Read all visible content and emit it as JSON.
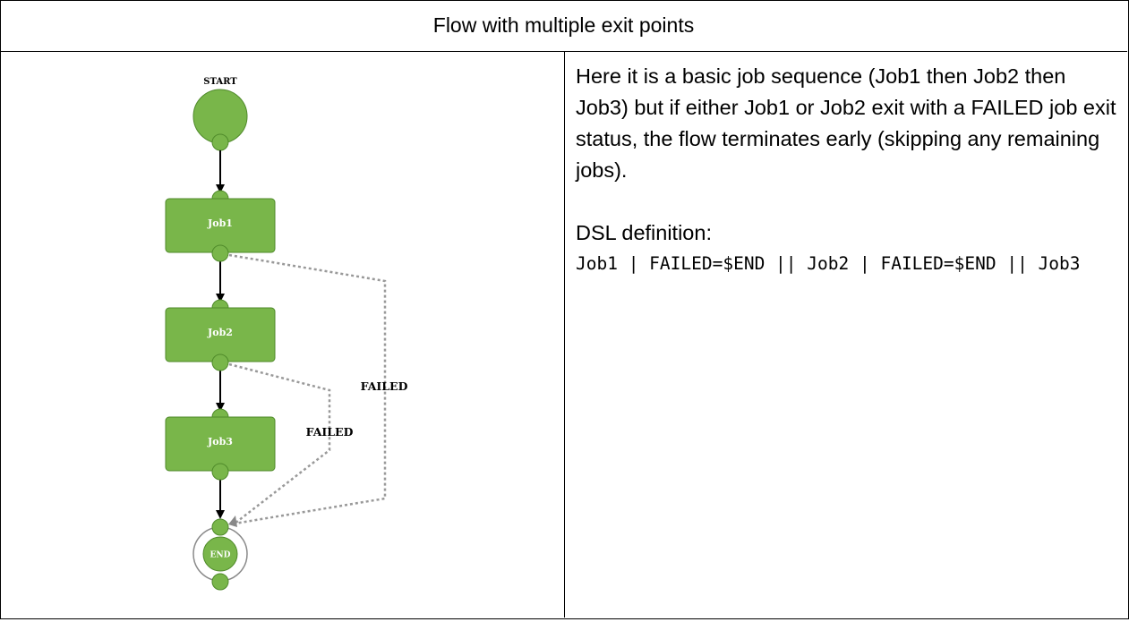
{
  "header": {
    "title": "Flow with multiple exit points"
  },
  "diagram": {
    "nodes": {
      "start": "START",
      "job1": "Job1",
      "job2": "Job2",
      "job3": "Job3",
      "end": "END"
    },
    "edge_labels": {
      "job1_failed": "FAILED",
      "job2_failed": "FAILED"
    },
    "colors": {
      "node_fill": "#79b64a",
      "node_stroke": "#4f8a2a",
      "arrow": "#000000",
      "dashed": "#999999"
    }
  },
  "description": {
    "paragraph": "Here it is a basic job sequence (Job1 then Job2 then Job3) but if either Job1 or Job2 exit with a FAILED job exit status, the flow terminates early (skipping any remaining jobs).",
    "dsl_label": "DSL definition:",
    "dsl_code": "Job1 | FAILED=$END || Job2 | FAILED=$END || Job3"
  }
}
